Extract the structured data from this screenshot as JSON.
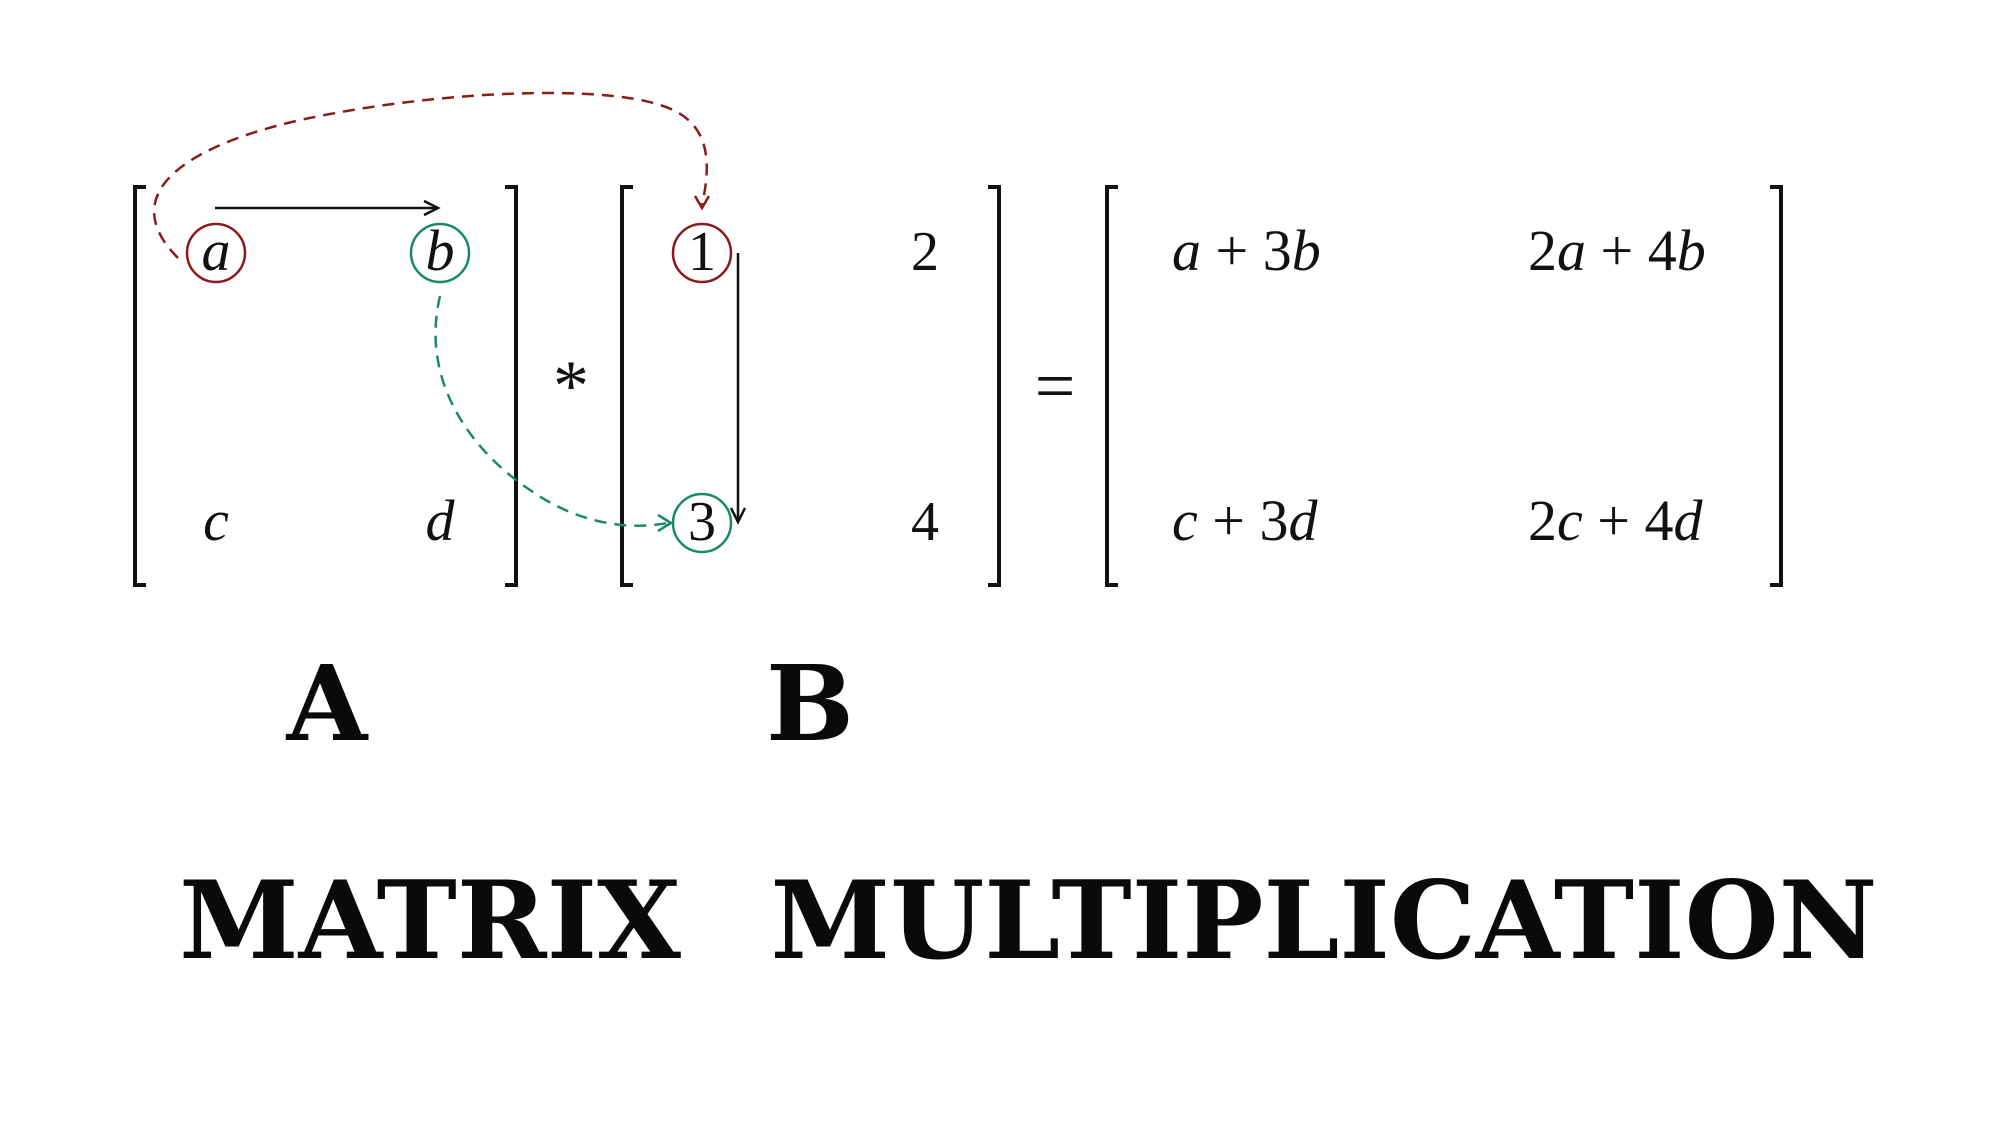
{
  "matrix_a": {
    "label": "A",
    "cells": [
      [
        "a",
        "b"
      ],
      [
        "c",
        "d"
      ]
    ]
  },
  "matrix_b": {
    "label": "B",
    "cells": [
      [
        "1",
        "2"
      ],
      [
        "3",
        "4"
      ]
    ]
  },
  "operator": "*",
  "equals": "=",
  "result": {
    "cells": [
      [
        {
          "p1": "a",
          "p2": " + 3",
          "p3": "b"
        },
        {
          "p1": "2",
          "p2": "a",
          "p3": " + 4",
          "p4": "b"
        }
      ],
      [
        {
          "p1": "c",
          "p2": " + 3",
          "p3": "d"
        },
        {
          "p1": "2",
          "p2": "c",
          "p3": " + 4",
          "p4": "d"
        }
      ]
    ]
  },
  "title": {
    "word1": "MATRIX",
    "word2": "MULTIPLICATION"
  },
  "colors": {
    "row_arrow": "#111111",
    "first_pair": "#8b1a1a",
    "second_pair": "#1a8a64",
    "text": "#111111"
  }
}
